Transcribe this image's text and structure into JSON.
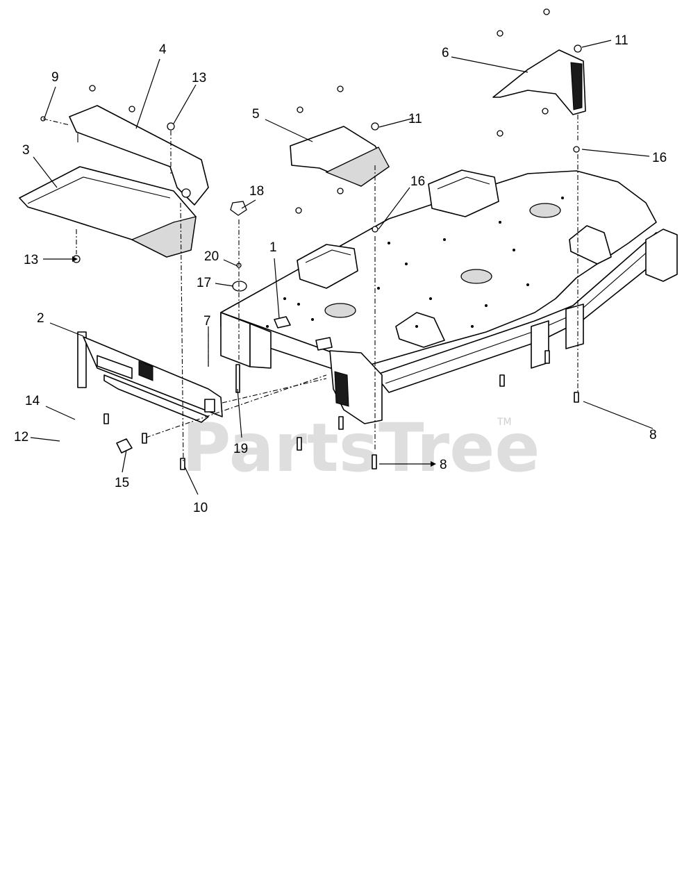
{
  "watermark": {
    "text": "PartsTree",
    "trademark": "TM"
  },
  "callouts": {
    "c1": "1",
    "c2": "2",
    "c3": "3",
    "c4": "4",
    "c5": "5",
    "c6": "6",
    "c7": "7",
    "c8a": "8",
    "c8b": "8",
    "c9": "9",
    "c10": "10",
    "c11a": "11",
    "c11b": "11",
    "c12": "12",
    "c13a": "13",
    "c13b": "13",
    "c14": "14",
    "c15": "15",
    "c16a": "16",
    "c16b": "16",
    "c17": "17",
    "c18": "18",
    "c19": "19",
    "c20": "20"
  }
}
